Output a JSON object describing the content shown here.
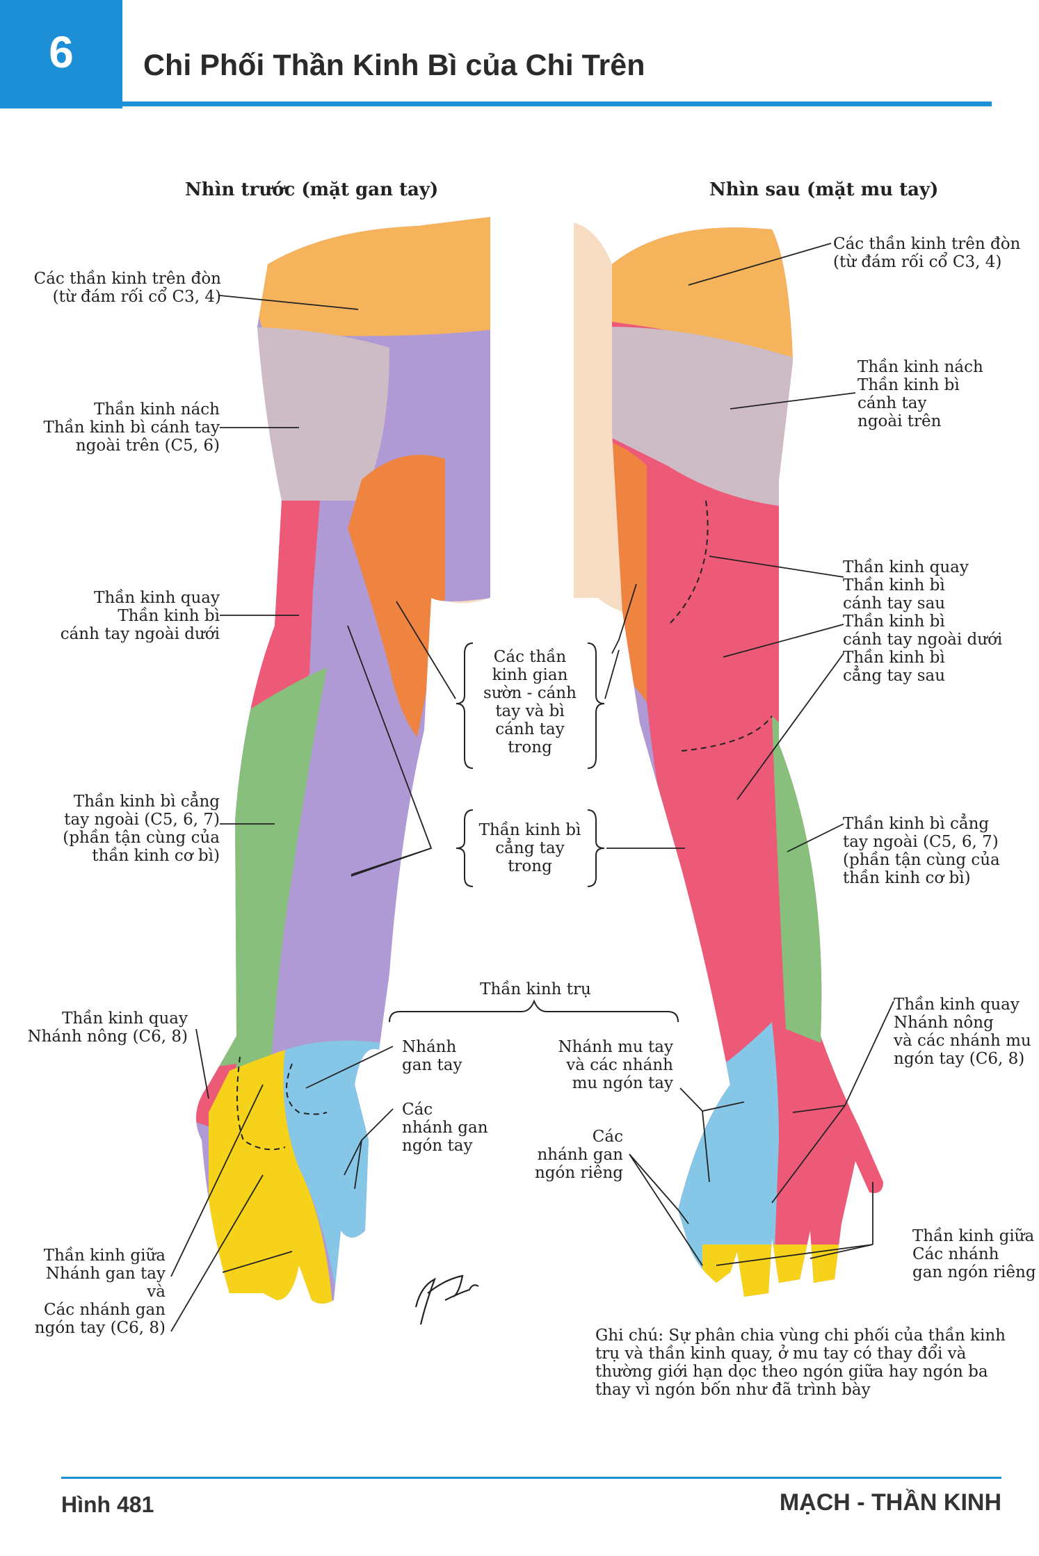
{
  "header": {
    "chapter": "6",
    "title": "Chi Phối Thần Kinh Bì của Chi Trên"
  },
  "views": {
    "anterior": "Nhìn trước (mặt gan tay)",
    "posterior": "Nhìn sau (mặt mu tay)"
  },
  "labels": {
    "a_supraclavicular": [
      "Các thần kinh trên đòn",
      "(từ đám rối cổ C3, 4)"
    ],
    "a_axillary": [
      "Thần kinh nách",
      "Thần kinh bì cánh tay",
      "ngoài trên (C5, 6)"
    ],
    "a_radial": [
      "Thần kinh quay",
      "Thần kinh bì",
      "cánh tay ngoài dưới"
    ],
    "a_lateral_forearm": [
      "Thần kinh bì cẳng",
      "tay ngoài (C5, 6, 7)",
      "(phần tận cùng của",
      "thần kinh cơ bì)"
    ],
    "a_radial_superficial": [
      "Thần kinh quay",
      "Nhánh nông (C6, 8)"
    ],
    "a_median": [
      "Thần kinh giữa",
      "Nhánh gan tay",
      "và",
      "Các nhánh gan",
      "ngón tay (C6, 8)"
    ],
    "c_intercostobrachial": [
      "Các thần",
      "kinh gian",
      "sườn - cánh",
      "tay và bì",
      "cánh tay",
      "trong"
    ],
    "c_medial_forearm": [
      "Thần kinh bì",
      "cẳng tay",
      "trong"
    ],
    "ulnar_title": "Thần kinh trụ",
    "u_palmar": [
      "Nhánh",
      "gan tay"
    ],
    "u_palmar_digital": [
      "Các",
      "nhánh gan",
      "ngón tay"
    ],
    "u_dorsal": [
      "Nhánh mu tay",
      "và các nhánh",
      "mu ngón tay"
    ],
    "u_proper_digital": [
      "Các",
      "nhánh gan",
      "ngón riêng"
    ],
    "p_supraclavicular": [
      "Các thần kinh trên đòn",
      "(từ đám rối cổ C3, 4)"
    ],
    "p_axillary": [
      "Thần kinh nách",
      "Thần kinh bì",
      "cánh tay",
      "ngoài trên"
    ],
    "p_radial": [
      "Thần kinh quay",
      "Thần kinh bì",
      "cánh tay sau",
      "Thần kinh bì",
      "cánh tay ngoài dưới",
      "Thần kinh bì",
      "cẳng tay sau"
    ],
    "p_lateral_forearm": [
      "Thần kinh bì cẳng",
      "tay ngoài (C5, 6, 7)",
      "(phần tận cùng của",
      "thần kinh cơ bì)"
    ],
    "p_radial_superficial": [
      "Thần kinh quay",
      "Nhánh nông",
      "và các nhánh mu",
      "ngón tay (C6, 8)"
    ],
    "p_median": [
      "Thần kinh giữa",
      "Các nhánh",
      "gan ngón riêng"
    ]
  },
  "note": "Ghi chú: Sự phân chia vùng chi phối của thần kinh trụ và thần kinh quay, ở mu tay có thay đổi và thường giới hạn dọc theo ngón giữa hay ngón ba thay vì ngón bốn như đã trình bày",
  "signature": "F. Netter M.D.",
  "footer": {
    "figure": "Hình 481",
    "section": "MẠCH - THẦN KINH"
  },
  "colors": {
    "brand": "#1c8fd6",
    "supraclavicular": "#f5b35c",
    "axillary": "#cdbcc6",
    "radial": "#ec5a78",
    "lateral_forearm": "#88bf7c",
    "medial": "#b09ad6",
    "intercostobrachial": "#ef8440",
    "ulnar": "#86c6e6",
    "median": "#f7d21a",
    "skin": "#f6dcc3"
  }
}
